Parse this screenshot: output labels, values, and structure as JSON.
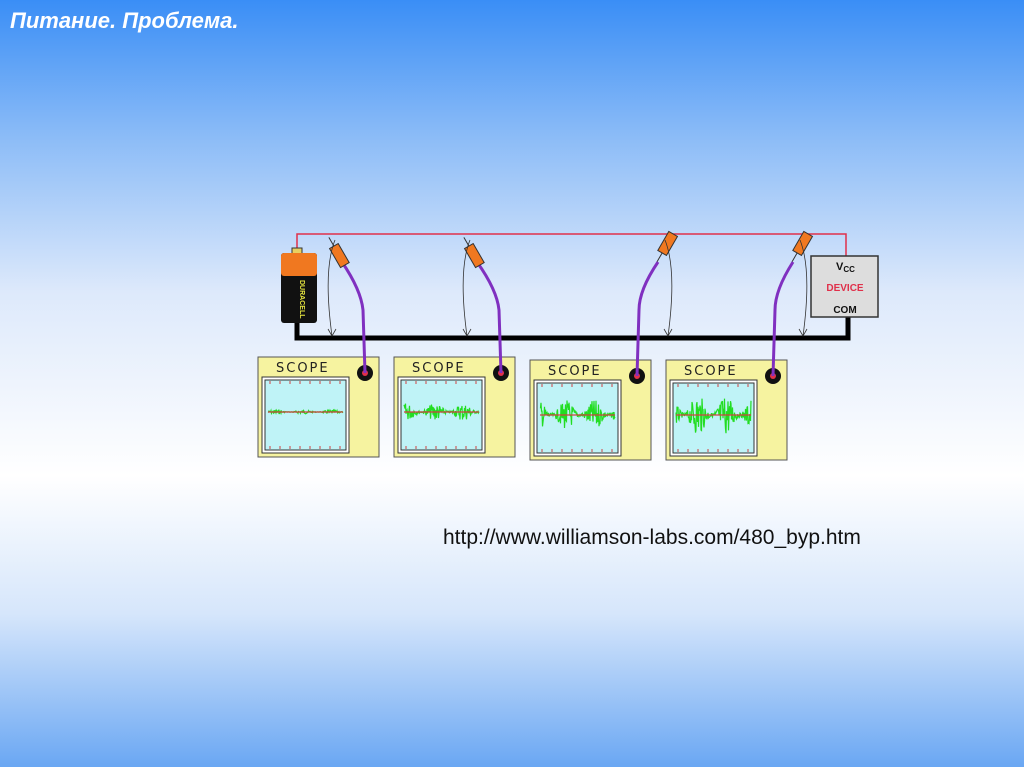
{
  "slide": {
    "title": "Питание. Проблема.",
    "link": "http://www.williamson-labs.com/480_byp.htm"
  },
  "diagram": {
    "battery_label": "DURACELL",
    "device": {
      "top": "V",
      "top_sub": "CC",
      "middle": "DEVICE",
      "bottom": "COM"
    },
    "scope_label": "SCOPE",
    "scopes": [
      {
        "label": "SCOPE",
        "noise_level": 1
      },
      {
        "label": "SCOPE",
        "noise_level": 2
      },
      {
        "label": "SCOPE",
        "noise_level": 3
      },
      {
        "label": "SCOPE",
        "noise_level": 4
      }
    ]
  },
  "colors": {
    "wire_vcc": "#e0304a",
    "ground": "#000000",
    "scope_body": "#f6f3a0",
    "screen": "#bff3f7",
    "signal": "#22dd22",
    "probe": "#f07820"
  }
}
